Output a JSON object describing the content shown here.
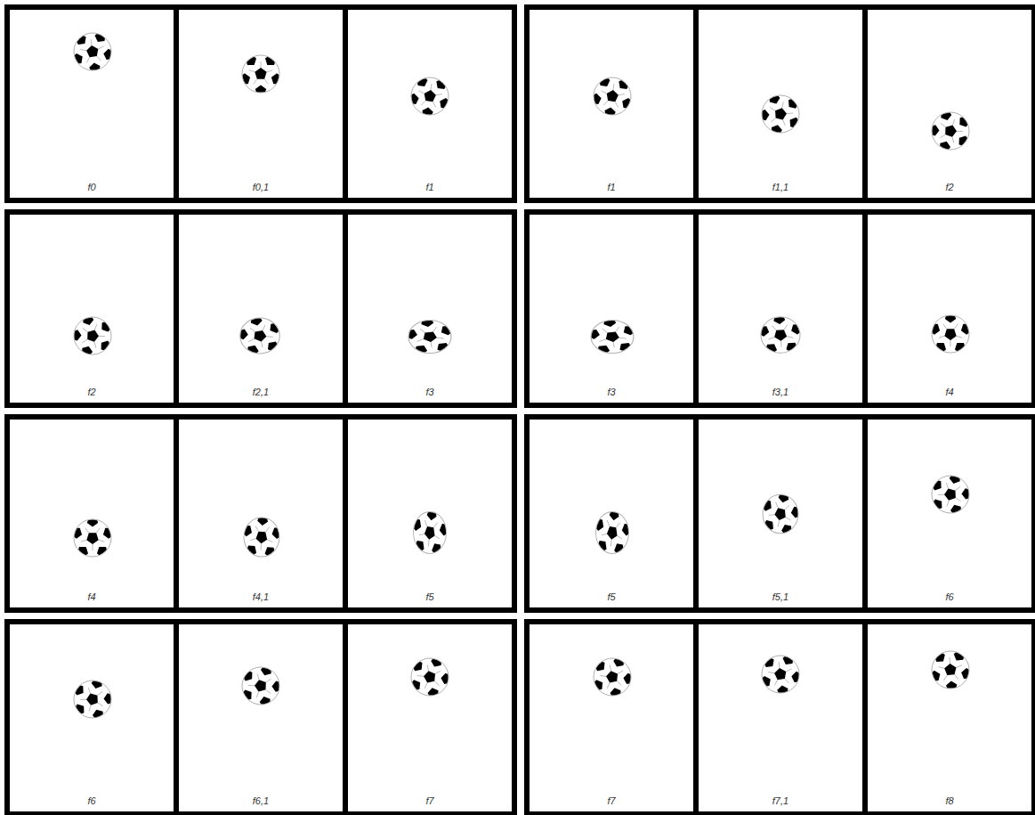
{
  "diagram": {
    "nodes": [
      {
        "text": [
          "f0"
        ]
      },
      {
        "text": [
          "f0,1"
        ]
      },
      {
        "text": [
          "f1"
        ]
      },
      {
        "text": [
          "f1"
        ]
      },
      {
        "text": [
          "f1,1"
        ]
      },
      {
        "text": [
          "f2"
        ]
      },
      {
        "text": [
          "f2"
        ]
      },
      {
        "text": [
          "f2,1"
        ]
      },
      {
        "text": [
          "f3"
        ]
      },
      {
        "text": [
          "f3"
        ]
      },
      {
        "text": [
          "f3,1"
        ]
      },
      {
        "text": [
          "f4"
        ]
      },
      {
        "text": [
          "f4"
        ]
      },
      {
        "text": [
          "f4,1"
        ]
      },
      {
        "text": [
          "f5"
        ]
      },
      {
        "text": [
          "f5"
        ]
      },
      {
        "text": [
          "f5,1"
        ]
      },
      {
        "text": [
          "f6"
        ]
      },
      {
        "text": [
          "f6"
        ]
      },
      {
        "text": [
          "f6,1"
        ]
      },
      {
        "text": [
          "f7"
        ]
      },
      {
        "text": [
          "f7"
        ]
      },
      {
        "text": [
          "f7,1"
        ]
      },
      {
        "text": [
          "f8"
        ]
      }
    ]
  }
}
